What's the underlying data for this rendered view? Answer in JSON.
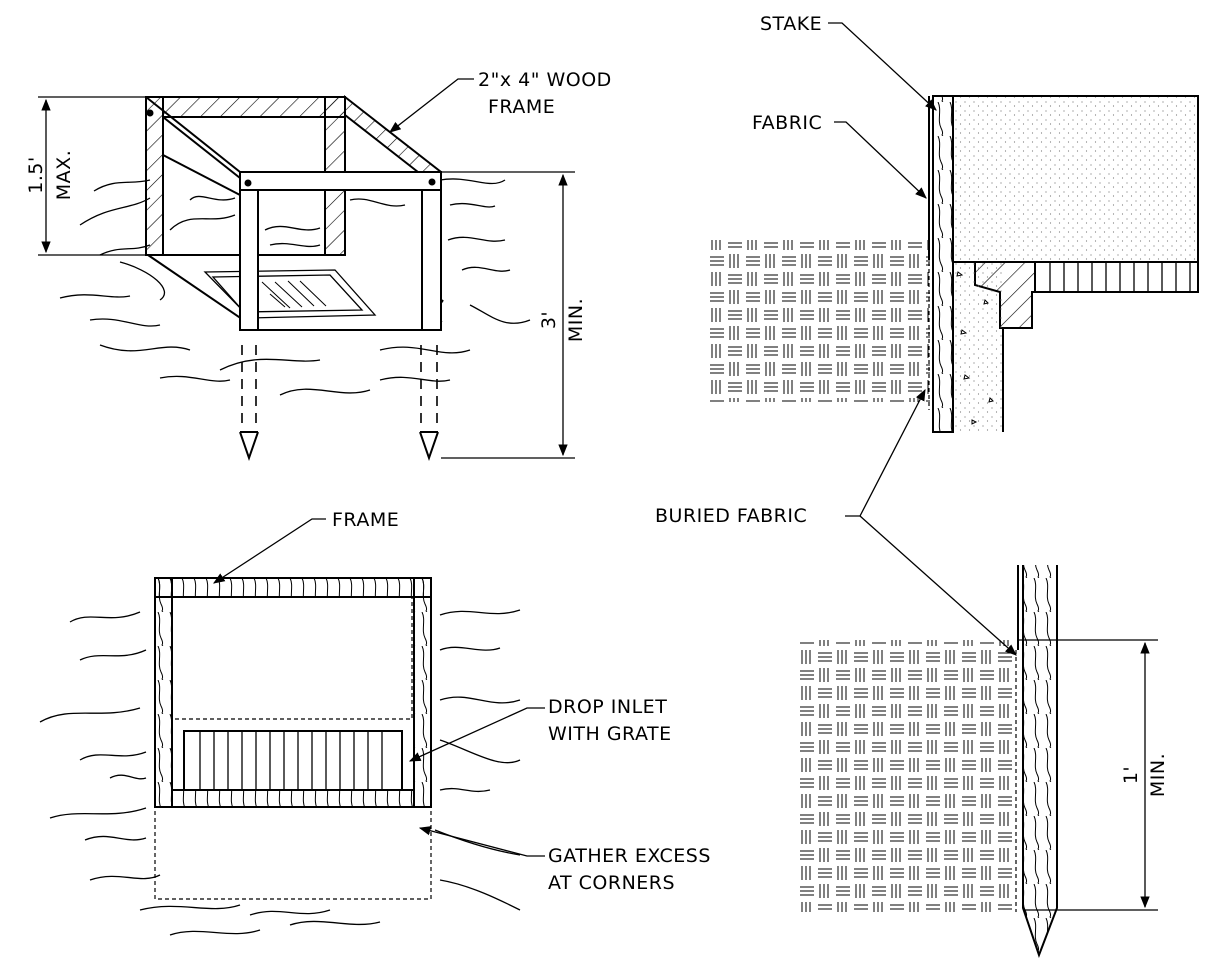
{
  "labels": {
    "wood_frame_l1": "2\"x 4\" WOOD",
    "wood_frame_l2": "FRAME",
    "height_val": "1.5'",
    "height_note": "MAX.",
    "depth_val": "3'",
    "depth_note": "MIN.",
    "stake": "STAKE",
    "fabric": "FABRIC",
    "buried_fabric": "BURIED FABRIC",
    "frame": "FRAME",
    "drop_inlet_l1": "DROP INLET",
    "drop_inlet_l2": "WITH GRATE",
    "gather_l1": "GATHER EXCESS",
    "gather_l2": "AT CORNERS",
    "bury_val": "1'",
    "bury_note": "MIN."
  }
}
